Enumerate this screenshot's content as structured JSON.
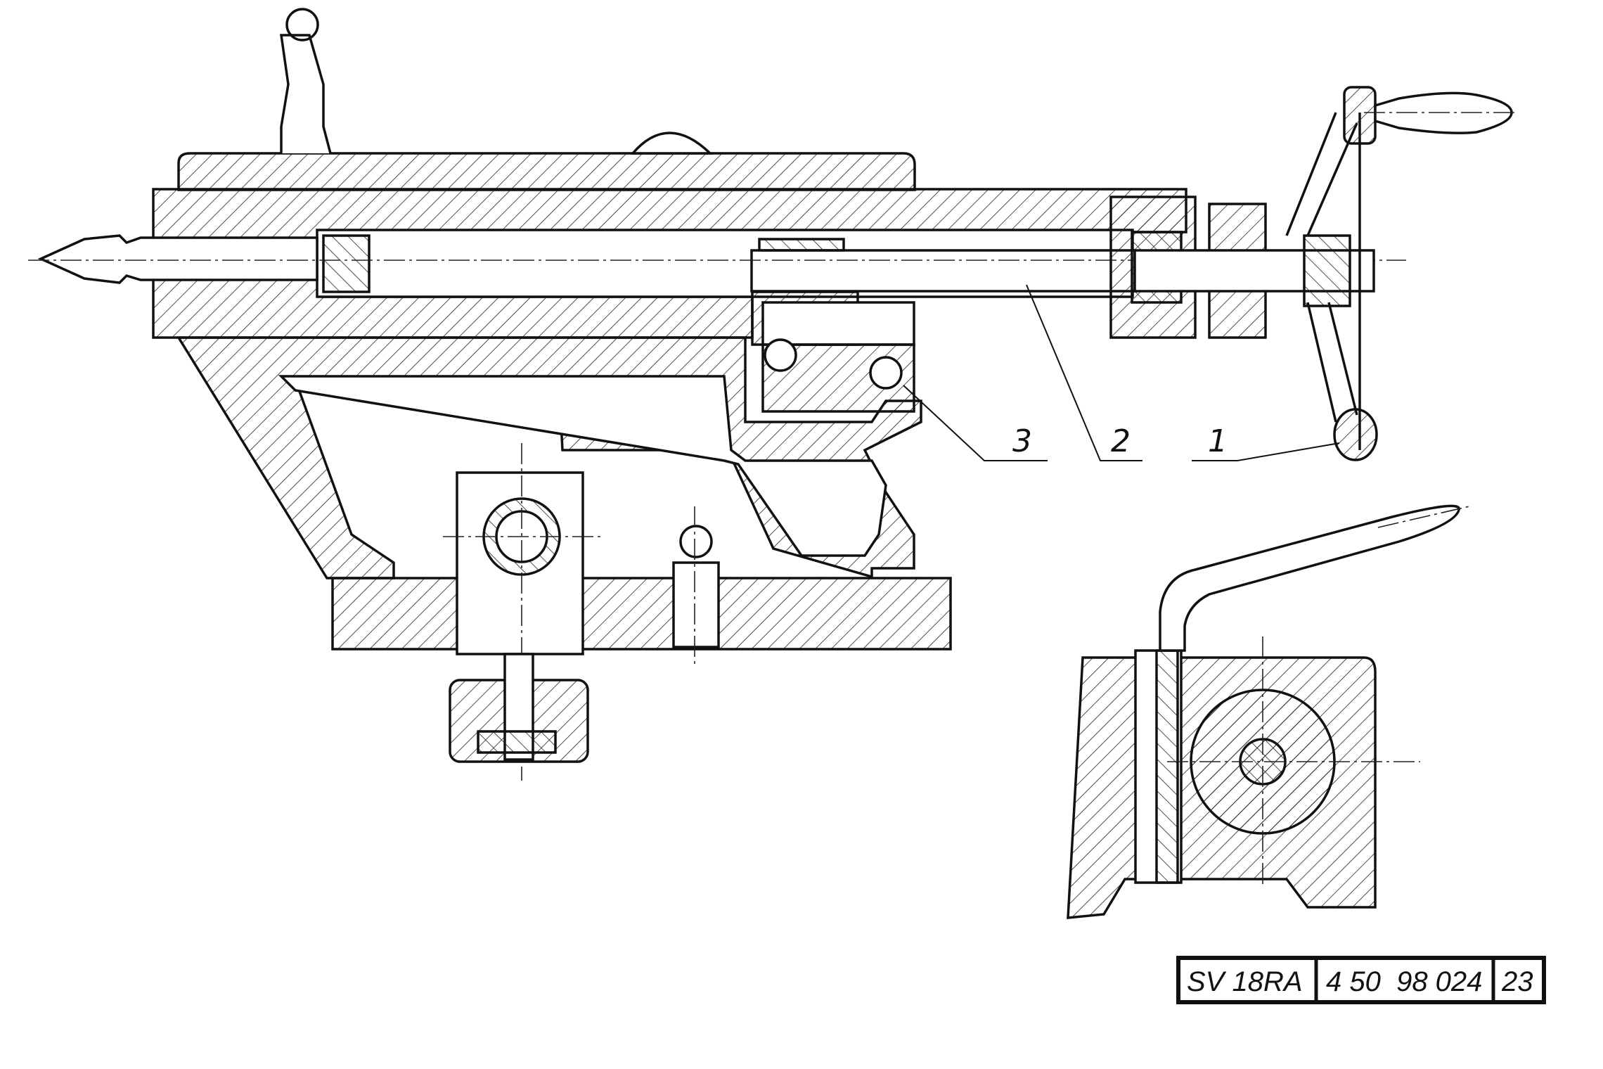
{
  "drawing": {
    "callouts": [
      "3",
      "2",
      "1"
    ],
    "title_block": {
      "machine": "SV 18RA",
      "drawing_number": "4 50  98 024",
      "sheet": "23"
    }
  }
}
